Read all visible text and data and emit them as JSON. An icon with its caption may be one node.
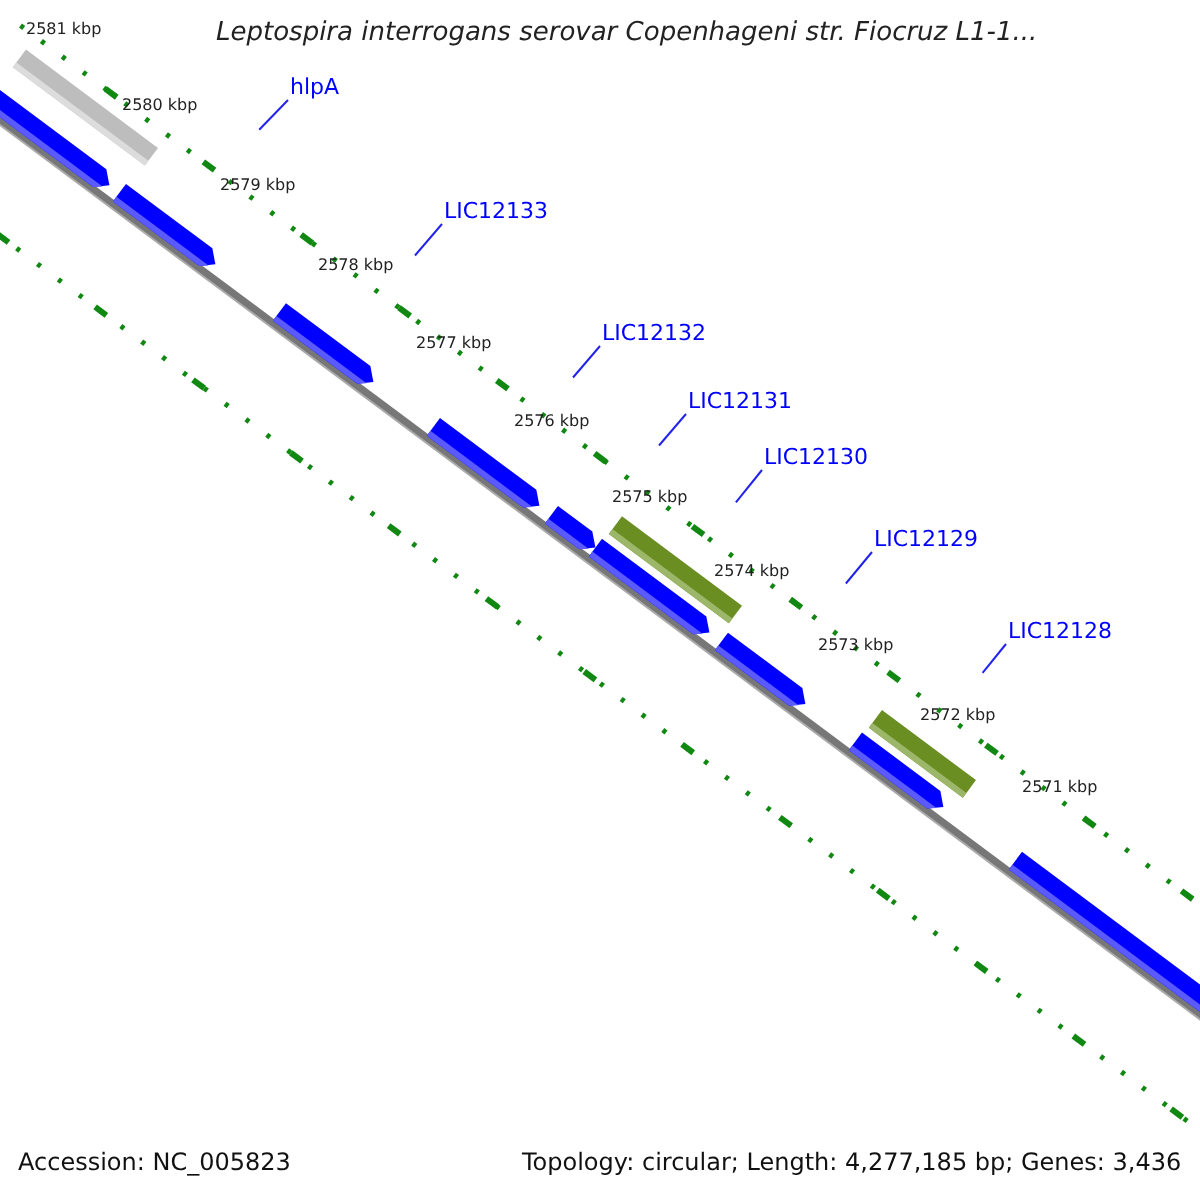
{
  "diagram": {
    "title": "Leptospira interrogans serovar Copenhageni str. Fiocruz L1-1...",
    "nodes": [
      {
        "text": [
          "hlpA"
        ]
      },
      {
        "text": [
          "LIC12133"
        ]
      },
      {
        "text": [
          "LIC12132"
        ]
      },
      {
        "text": [
          "LIC12131"
        ]
      },
      {
        "text": [
          "LIC12130"
        ]
      },
      {
        "text": [
          "LIC12129"
        ]
      },
      {
        "text": [
          "LIC12128"
        ]
      }
    ],
    "edges": [
      {
        "from": 0,
        "to": null,
        "arrow": "none"
      },
      {
        "from": 1,
        "to": null,
        "arrow": "none"
      },
      {
        "from": 2,
        "to": null,
        "arrow": "none"
      },
      {
        "from": 3,
        "to": null,
        "arrow": "none"
      },
      {
        "from": 4,
        "to": null,
        "arrow": "none"
      },
      {
        "from": 5,
        "to": null,
        "arrow": "none"
      },
      {
        "from": 6,
        "to": null,
        "arrow": "none"
      }
    ],
    "labels": [
      "2581 kbp",
      "2580 kbp",
      "2579 kbp",
      "2578 kbp",
      "2577 kbp",
      "2576 kbp",
      "2575 kbp",
      "2574 kbp",
      "2573 kbp",
      "2572 kbp",
      "2571 kbp",
      "Accession: NC_005823",
      "Topology: circular; Length: 4,277,185 bp; Genes: 3,436"
    ]
  }
}
